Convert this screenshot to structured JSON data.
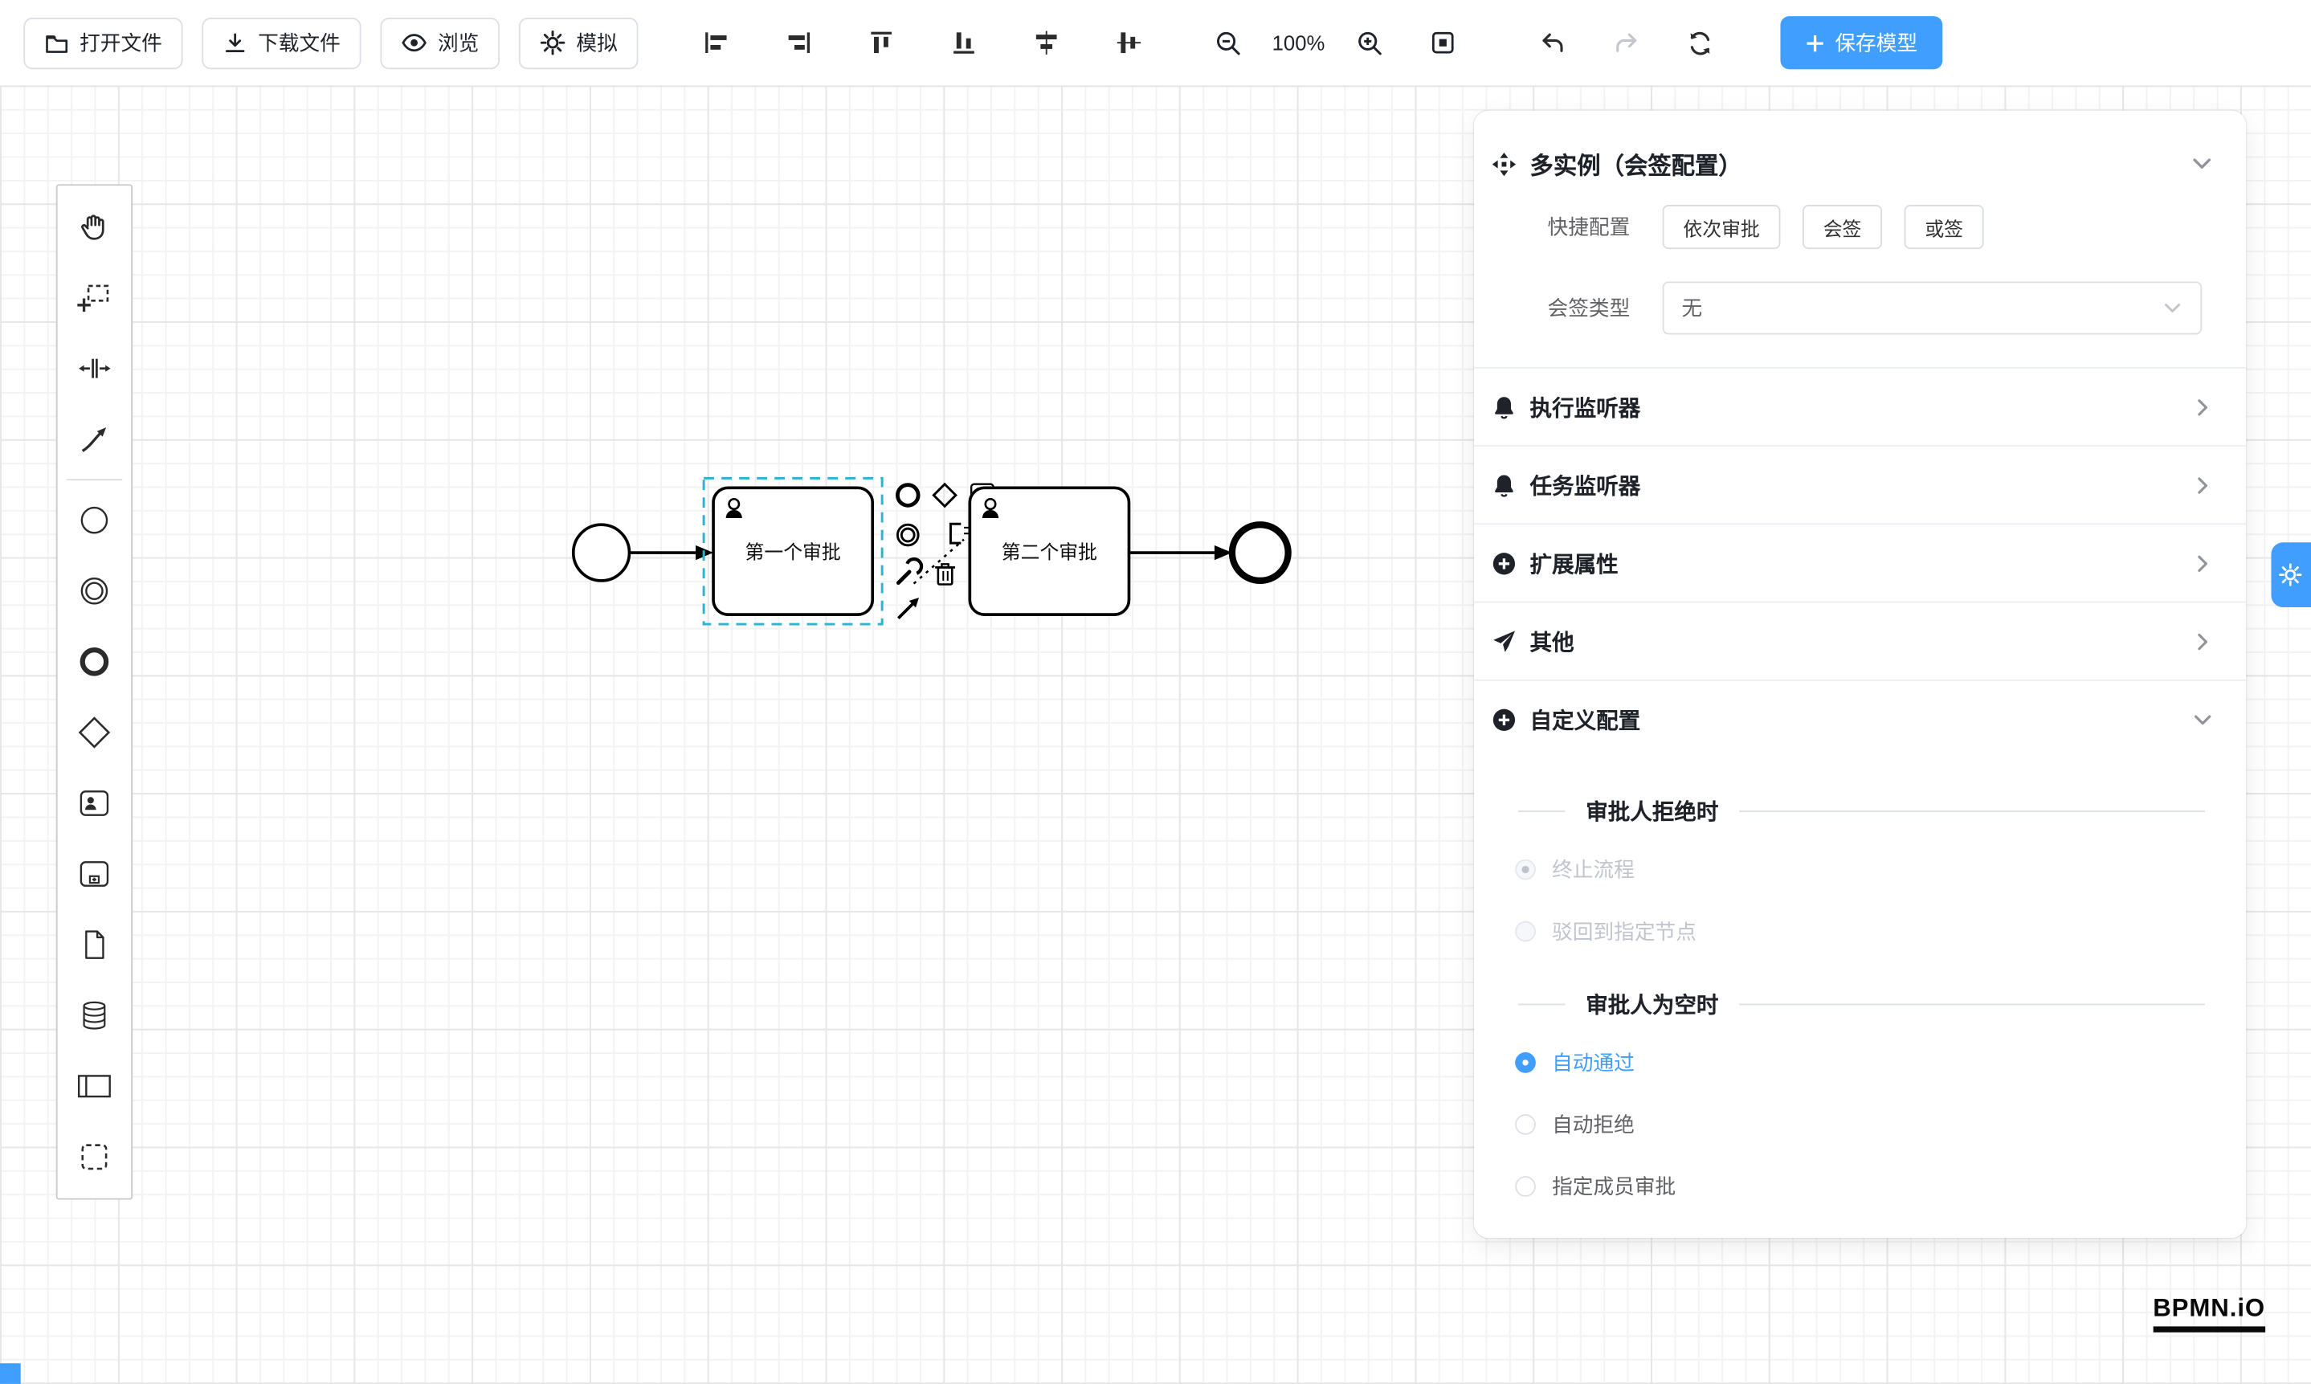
{
  "toolbar": {
    "open_file": "打开文件",
    "download_file": "下载文件",
    "preview": "浏览",
    "simulate": "模拟",
    "zoom_level": "100%",
    "save_model": "保存模型"
  },
  "canvas": {
    "task1_label": "第一个审批",
    "task2_label": "第二个审批"
  },
  "panel": {
    "title": "多实例（会签配置）",
    "quick_config_label": "快捷配置",
    "quick_options": [
      "依次审批",
      "会签",
      "或签"
    ],
    "sign_type_label": "会签类型",
    "sign_type_value": "无",
    "sections": [
      {
        "label": "执行监听器"
      },
      {
        "label": "任务监听器"
      },
      {
        "label": "扩展属性"
      },
      {
        "label": "其他"
      },
      {
        "label": "自定义配置"
      }
    ],
    "reject_section_title": "审批人拒绝时",
    "reject_options": [
      "终止流程",
      "驳回到指定节点"
    ],
    "empty_section_title": "审批人为空时",
    "empty_options": [
      "自动通过",
      "自动拒绝",
      "指定成员审批"
    ]
  },
  "logo": "BPMN.iO",
  "colors": {
    "primary": "#409EFF",
    "selection_outline": "#2bb3d0",
    "shape_stroke": "#000000"
  }
}
